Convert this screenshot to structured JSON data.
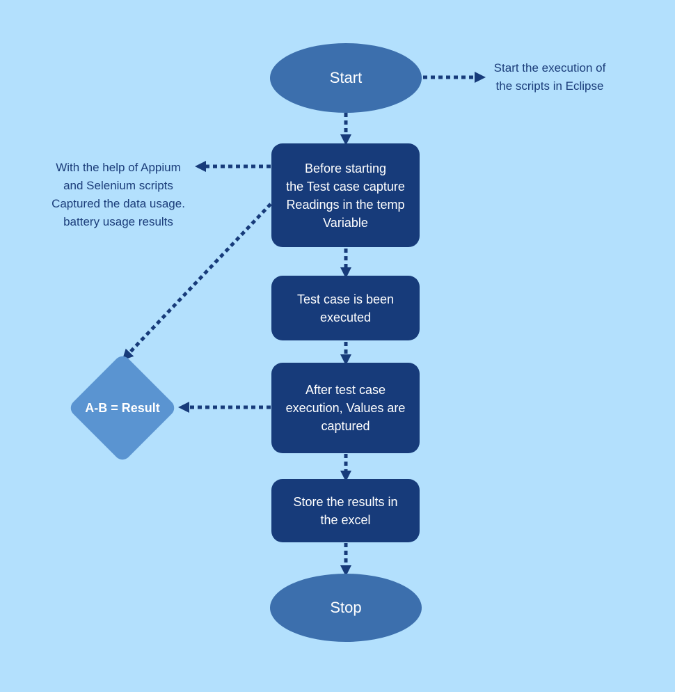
{
  "nodes": {
    "start": "Start",
    "before_capture": "Before starting\nthe Test case capture\nReadings in the temp\nVariable",
    "executed": "Test case is been\nexecuted",
    "after_capture": "After test case\nexecution, Values are\ncaptured",
    "store": "Store the results in\nthe excel",
    "stop": "Stop",
    "result": "A-B = Result"
  },
  "notes": {
    "eclipse": "Start the execution of\nthe scripts in Eclipse",
    "appium": "With the help of Appium\nand Selenium scripts\nCaptured the data usage.\nbattery usage results"
  },
  "colors": {
    "background": "#b3e0fd",
    "ellipse": "#3c6fad",
    "box": "#173b7a",
    "diamond": "#5a94d1",
    "connector": "#173b7a"
  }
}
